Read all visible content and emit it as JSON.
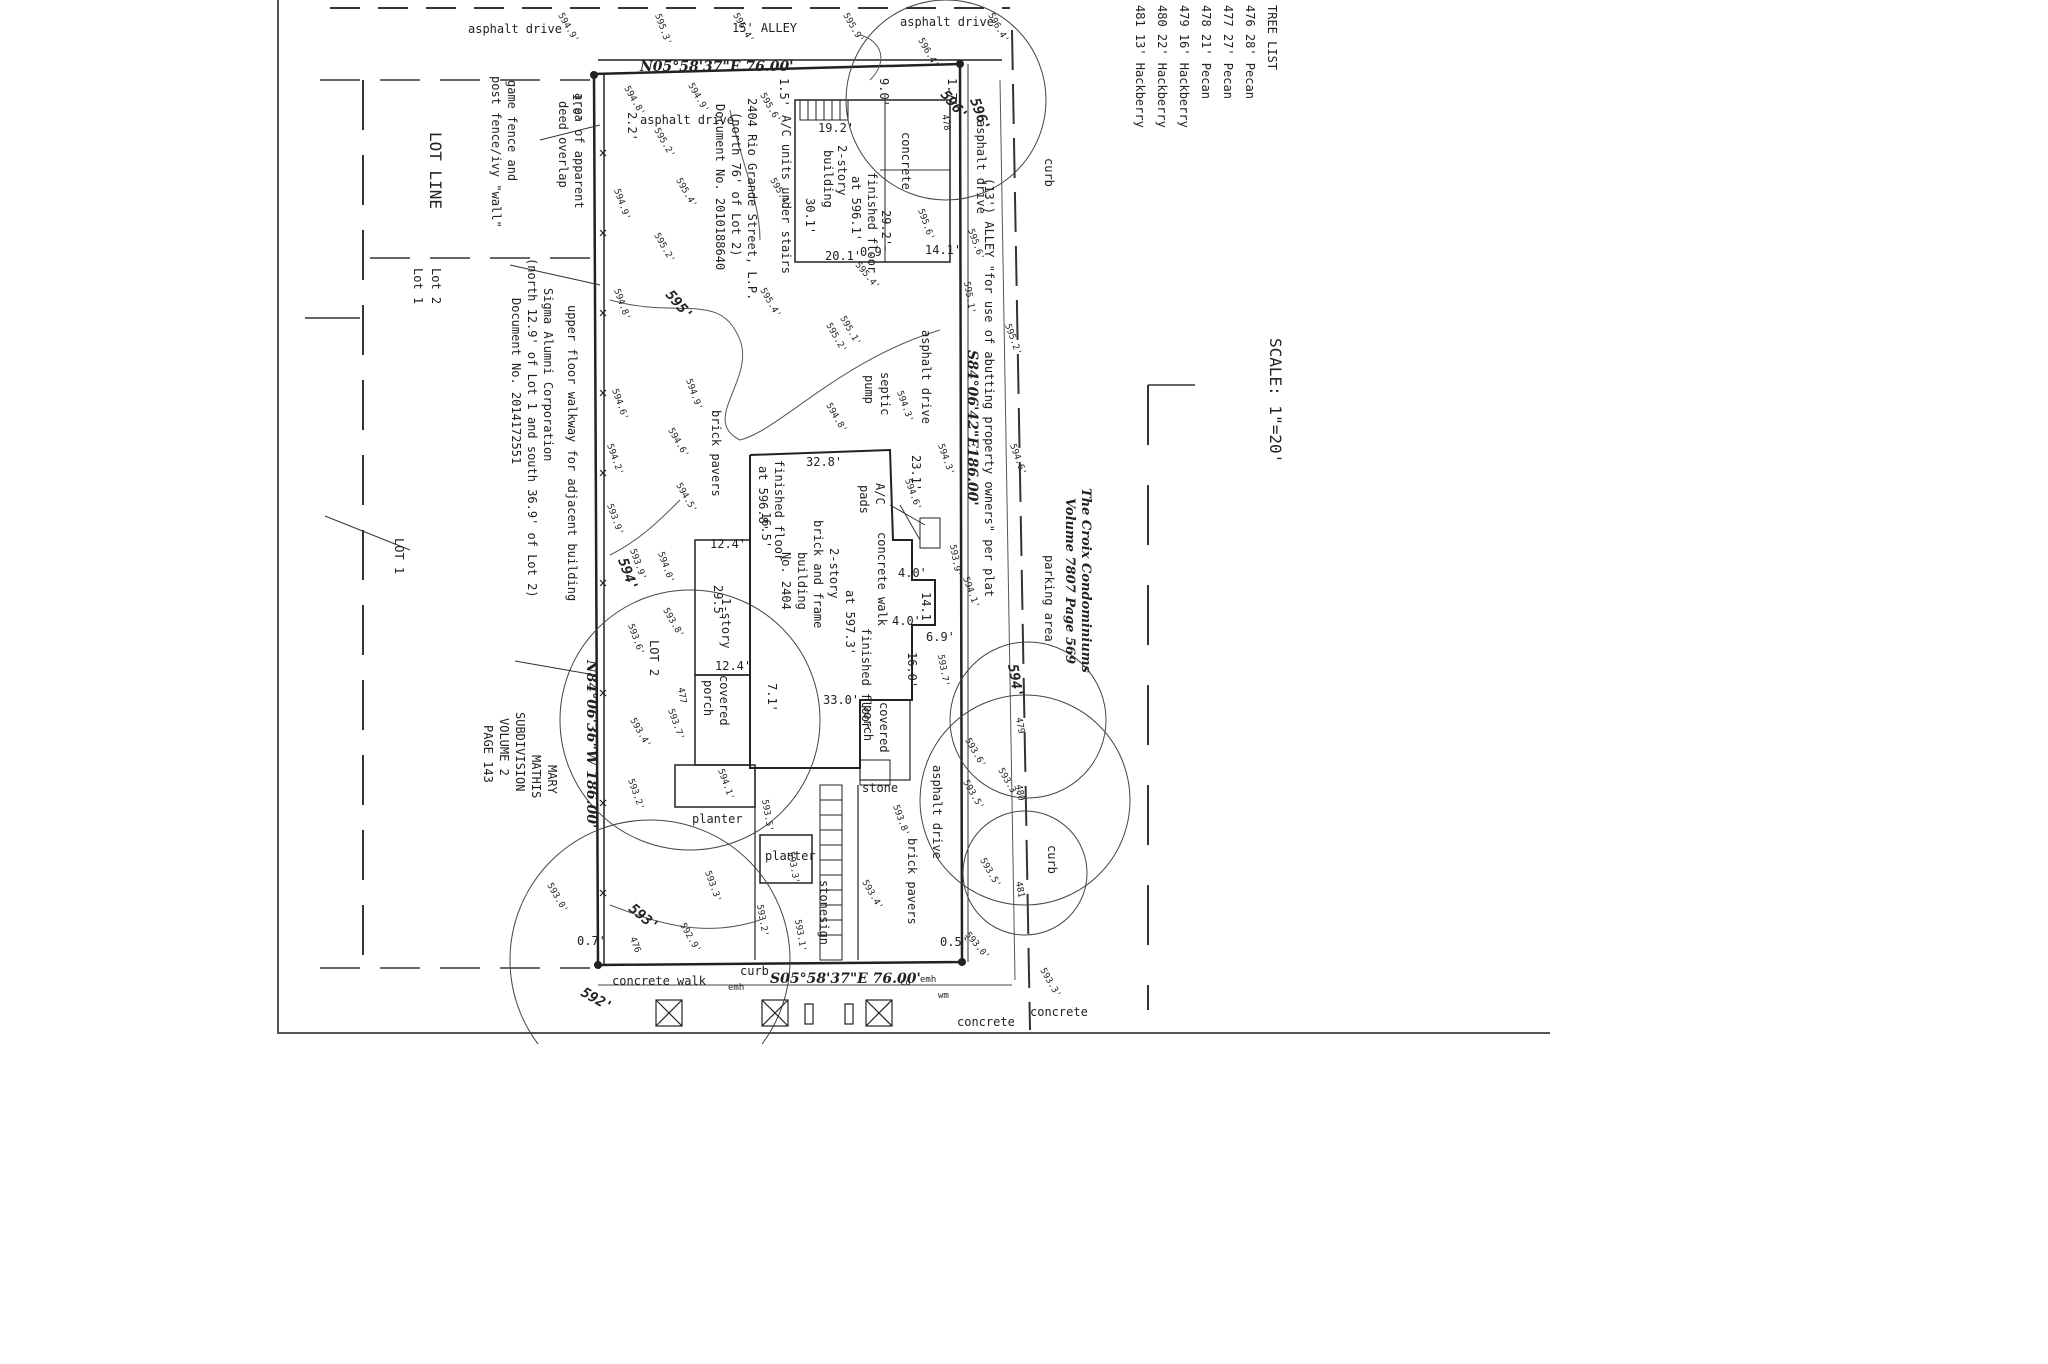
{
  "tree_list": {
    "title": "TREE LIST",
    "rows": [
      "476  28' Pecan",
      "477  27' Pecan",
      "478  21' Pecan",
      "479  16' Hackberry",
      "480  22' Hackberry",
      "481  13' Hackberry"
    ]
  },
  "scale": "SCALE: 1\"=20'",
  "bearings": {
    "north": "N05°58'37\"E 76.00'",
    "south": "S05°58'37\"E 76.00'",
    "east": "S84°06'42\"E186.00'",
    "west": "N84°06'36\"W 186.00'"
  },
  "labels": {
    "alley_top": "15' ALLEY",
    "alley_side": "(13') ALLEY \"for use of abutting property owners\" per plat",
    "asphalt_drive": "asphalt drive",
    "lot_line": "LOT LINE",
    "lot2": "Lot 2",
    "lot1": "Lot 1",
    "lot1_caps": "LOT 1",
    "lot2_caps": "LOT 2",
    "mary_mathis": [
      "MARY",
      "MATHIS",
      "SUBDIVISION",
      "VOLUME 2",
      "PAGE 143"
    ],
    "croix": [
      "The Croix Condominiums",
      "Volume 7807 Page 569"
    ],
    "sigma": [
      "Sigma Alumni Corporation",
      "(north 12.9' of Lot 1 and south 36.9' of Lot 2)",
      "Document No. 2014172551"
    ],
    "deed_overlap": [
      "area of apparent",
      "deed overlap"
    ],
    "fence": [
      "game fence and",
      "post fence/ivy \"wall\""
    ],
    "upper_walkway": "upper floor walkway for adjacent building",
    "rio_grande": [
      "A/C units under stairs",
      "2404 Rio Grande Street, L.P.",
      "(north 76' of Lot 2)",
      "Document No. 2010188640"
    ],
    "bldg_back": [
      "2-story",
      "building"
    ],
    "ff_back": [
      "finished floor",
      "at 596.1'"
    ],
    "main_bldg": [
      "2-story",
      "brick and frame",
      "building",
      "No. 2404"
    ],
    "ff_main": [
      "finished floor",
      "at 596.8'"
    ],
    "ff_walk": [
      "finished floor",
      "at 597.3'"
    ],
    "concrete_walk": "concrete walk",
    "concrete": "concrete",
    "ac_pads": [
      "A/C",
      "pads"
    ],
    "septic": [
      "septic",
      "pump"
    ],
    "brick_pavers": "brick pavers",
    "one_story": "1-story",
    "covered_porch": [
      "covered",
      "porch"
    ],
    "planter": "planter",
    "stone": "stone",
    "stone_sign": "stonesign",
    "curb": "curb",
    "parking_area": "parking area",
    "emh": "emh",
    "wm": "wm",
    "co": "co"
  },
  "dimensions": [
    "19.2'",
    "30.1'",
    "29.2'",
    "20.1'",
    "0.9'",
    "14.1'",
    "9.0'",
    "1.5'",
    "1.7'",
    "2.2'",
    "1.0'",
    "32.8'",
    "23.1'",
    "16.5'",
    "12.4'",
    "29.5'",
    "12.4'",
    "7.1'",
    "33.0'",
    "16.0'",
    "6.9'",
    "4.0'",
    "4.0'",
    "14.1'",
    "0.7'",
    "0.5'"
  ],
  "elevations": [
    "594.9'",
    "595.3'",
    "595.4'",
    "595.9'",
    "596.4'",
    "596.4'",
    "594.8'",
    "595.2'",
    "595.6'",
    "594.9'",
    "595.4'",
    "595.4'",
    "595.2'",
    "595.6'",
    "595.6'",
    "595.4'",
    "594.9'",
    "594.8'",
    "595.4'",
    "595.1'",
    "595.2'",
    "595.1'",
    "595.2'",
    "594.6'",
    "594.9'",
    "594.3'",
    "594.8'",
    "594.6'",
    "594.2'",
    "594.6'",
    "594.5'",
    "594.3'",
    "594.6'",
    "593.9'",
    "593.9'",
    "594.0'",
    "593.9'",
    "594.1'",
    "593.8'",
    "593.6'",
    "593.7'",
    "593.4'",
    "593.2'",
    "593.6'",
    "594.1'",
    "593.5'",
    "593.3'",
    "593.3'",
    "593.3'",
    "593.5'",
    "593.0'",
    "592.9'",
    "593.2'",
    "593.1'",
    "593.5'",
    "593.4'",
    "593.8'",
    "593.0'",
    "593.3'",
    "593.7'"
  ],
  "contours": [
    "596'",
    "595'",
    "594'",
    "593'",
    "592'",
    "594'",
    "596'"
  ],
  "tree_tags": [
    "476",
    "477",
    "478",
    "479",
    "480",
    "481"
  ]
}
